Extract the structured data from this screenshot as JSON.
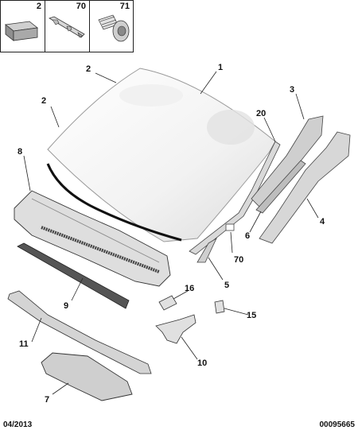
{
  "legend": [
    {
      "number": "2",
      "icon": "seal-block-icon"
    },
    {
      "number": "70",
      "icon": "clip-strip-icon"
    },
    {
      "number": "71",
      "icon": "screw-icon"
    }
  ],
  "callouts": {
    "c1": "1",
    "c2a": "2",
    "c2b": "2",
    "c3": "3",
    "c4": "4",
    "c5": "5",
    "c6": "6",
    "c7": "7",
    "c8": "8",
    "c9": "9",
    "c10": "10",
    "c11": "11",
    "c15": "15",
    "c16": "16",
    "c20": "20",
    "c70": "70"
  },
  "footer": {
    "date": "04/2013",
    "code": "00095665"
  }
}
